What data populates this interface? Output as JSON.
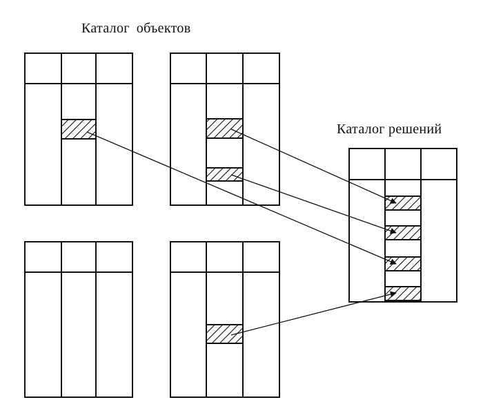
{
  "titles": {
    "object_catalog_word1": "Каталог",
    "object_catalog_word2": "объектов",
    "solution_catalog": "Каталог решений"
  },
  "colors": {
    "ink": "#111111",
    "paper": "#ffffff"
  }
}
